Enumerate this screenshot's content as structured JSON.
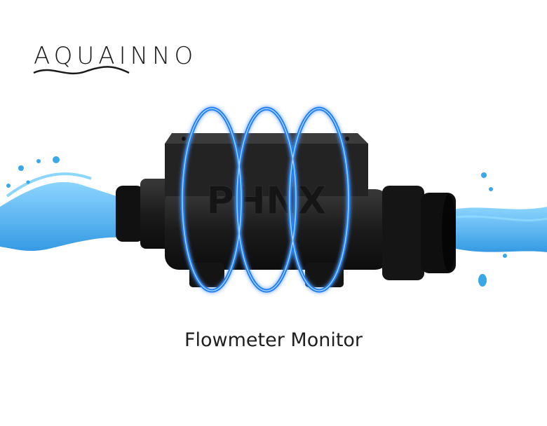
{
  "brand": {
    "logo_text": "AQUAINNO"
  },
  "product": {
    "caption": "Flowmeter Monitor",
    "housing_marking": "PHNX"
  },
  "colors": {
    "water": "#3aa8e8",
    "ring_glow": "#1d7cf2",
    "device_body": "#1b1b1b",
    "text": "#1f1f1f"
  }
}
